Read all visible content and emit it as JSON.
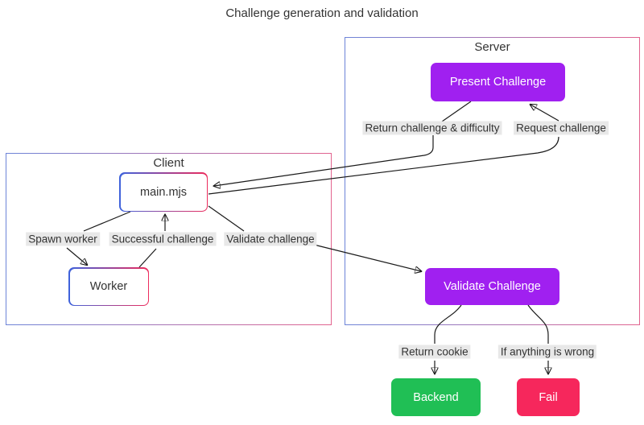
{
  "title": "Challenge generation and validation",
  "containers": {
    "server": {
      "label": "Server"
    },
    "client": {
      "label": "Client"
    }
  },
  "nodes": {
    "present": {
      "label": "Present Challenge",
      "fill": "#a020f0",
      "text_color": "#ffffff"
    },
    "main_mjs": {
      "label": "main.mjs",
      "fill": "#ffffff",
      "text_color": "#333333"
    },
    "worker": {
      "label": "Worker",
      "fill": "#ffffff",
      "text_color": "#333333"
    },
    "validate": {
      "label": "Validate Challenge",
      "fill": "#a020f0",
      "text_color": "#ffffff"
    },
    "backend": {
      "label": "Backend",
      "fill": "#20bf55",
      "text_color": "#ffffff"
    },
    "fail": {
      "label": "Fail",
      "fill": "#f6275c",
      "text_color": "#ffffff"
    }
  },
  "edge_labels": {
    "return_challenge": {
      "text": "Return challenge & difficulty"
    },
    "request_challenge": {
      "text": "Request challenge"
    },
    "spawn_worker": {
      "text": "Spawn worker"
    },
    "successful_challenge": {
      "text": "Successful challenge"
    },
    "validate_challenge": {
      "text": "Validate challenge"
    },
    "return_cookie": {
      "text": "Return cookie"
    },
    "if_wrong": {
      "text": "If anything is wrong"
    }
  },
  "edges": [
    {
      "from": "main_mjs",
      "label": "request_challenge",
      "to": "present"
    },
    {
      "from": "present",
      "label": "return_challenge",
      "to": "main_mjs"
    },
    {
      "from": "main_mjs",
      "label": "spawn_worker",
      "to": "worker"
    },
    {
      "from": "worker",
      "label": "successful_challenge",
      "to": "main_mjs"
    },
    {
      "from": "main_mjs",
      "label": "validate_challenge",
      "to": "validate"
    },
    {
      "from": "validate",
      "label": "return_cookie",
      "to": "backend"
    },
    {
      "from": "validate",
      "label": "if_wrong",
      "to": "fail"
    }
  ],
  "colors": {
    "node_purple": "#a020f0",
    "node_green": "#20bf55",
    "node_pink": "#f6275c",
    "border_gradient_start": "#3e63dc",
    "border_gradient_end": "#ed2b5c",
    "edge_label_bg": "#e8e8e8",
    "edge_stroke": "#1a1a1a",
    "text_dark": "#333333",
    "background": "#ffffff"
  }
}
